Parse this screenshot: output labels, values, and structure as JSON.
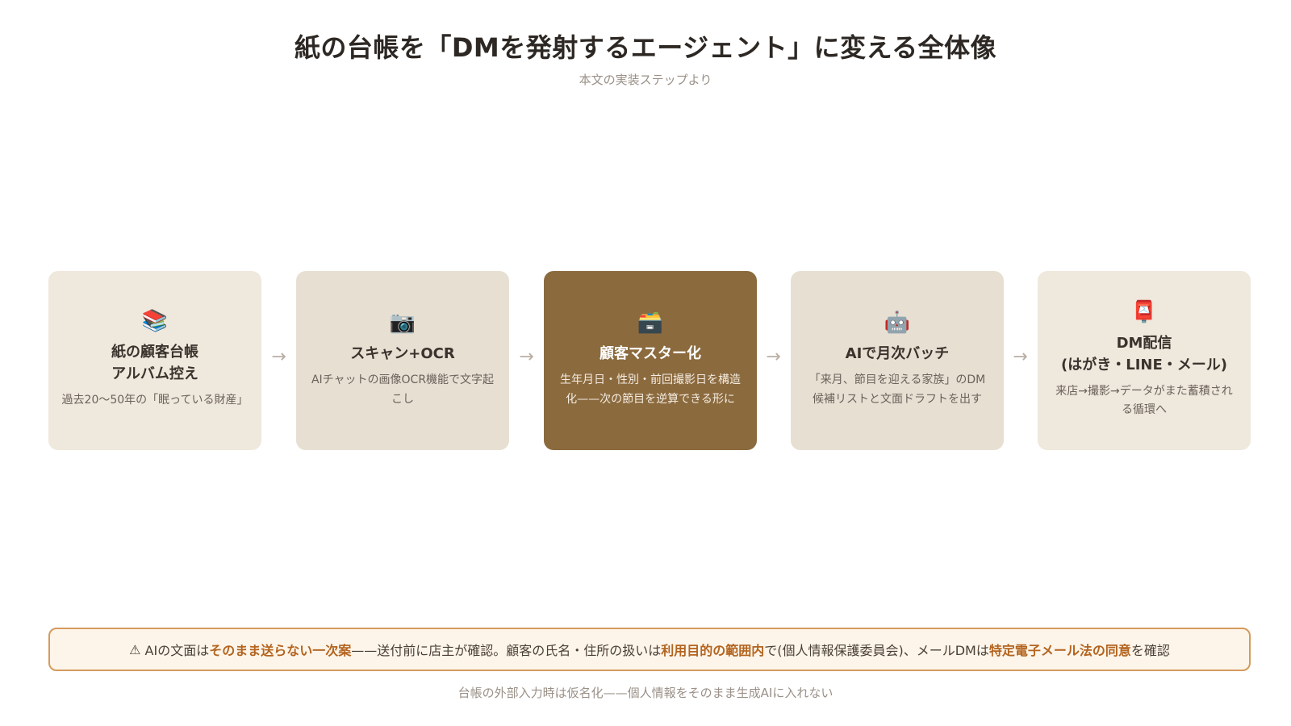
{
  "title": "紙の台帳を「DMを発射するエージェント」に変える全体像",
  "subtitle": "本文の実装ステップより",
  "steps": [
    {
      "icon": "📚",
      "icon_name": "books-icon",
      "label": "紙の顧客台帳\nアルバム控え",
      "desc": "過去20〜50年の「眠っている財産」"
    },
    {
      "icon": "📷",
      "icon_name": "camera-icon",
      "label": "スキャン+OCR",
      "desc": "AIチャットの画像OCR機能で文字起こし"
    },
    {
      "icon": "🗃️",
      "icon_name": "card-file-box-icon",
      "label": "顧客マスター化",
      "desc": "生年月日・性別・前回撮影日を構造化——次の節目を逆算できる形に"
    },
    {
      "icon": "🤖",
      "icon_name": "robot-icon",
      "label": "AIで月次バッチ",
      "desc": "「来月、節目を迎える家族」のDM候補リストと文面ドラフトを出す"
    },
    {
      "icon": "📮",
      "icon_name": "postbox-icon",
      "label": "DM配信\n(はがき・LINE・メール)",
      "desc": "来店→撮影→データがまた蓄積される循環へ"
    }
  ],
  "arrow_glyph": "→",
  "warning": {
    "icon": "⚠",
    "parts": [
      {
        "text": "AIの文面は",
        "highlight": false
      },
      {
        "text": "そのまま送らない一次案",
        "highlight": true
      },
      {
        "text": "——送付前に店主が確認。顧客の氏名・住所の扱いは",
        "highlight": false
      },
      {
        "text": "利用目的の範囲内",
        "highlight": true
      },
      {
        "text": "で(個人情報保護委員会)、メールDMは",
        "highlight": false
      },
      {
        "text": "特定電子メール法の同意",
        "highlight": true
      },
      {
        "text": "を確認",
        "highlight": false
      }
    ]
  },
  "footer": "台帳の外部入力時は仮名化——個人情報をそのまま生成AIに入れない",
  "colors": {
    "card_light": "#efe8dd",
    "card_mid": "#e7dfd2",
    "card_accent": "#8b6a3e",
    "warning_border": "#d59a5c",
    "warning_bg": "#fdf5ea",
    "warning_highlight": "#b3641f"
  }
}
